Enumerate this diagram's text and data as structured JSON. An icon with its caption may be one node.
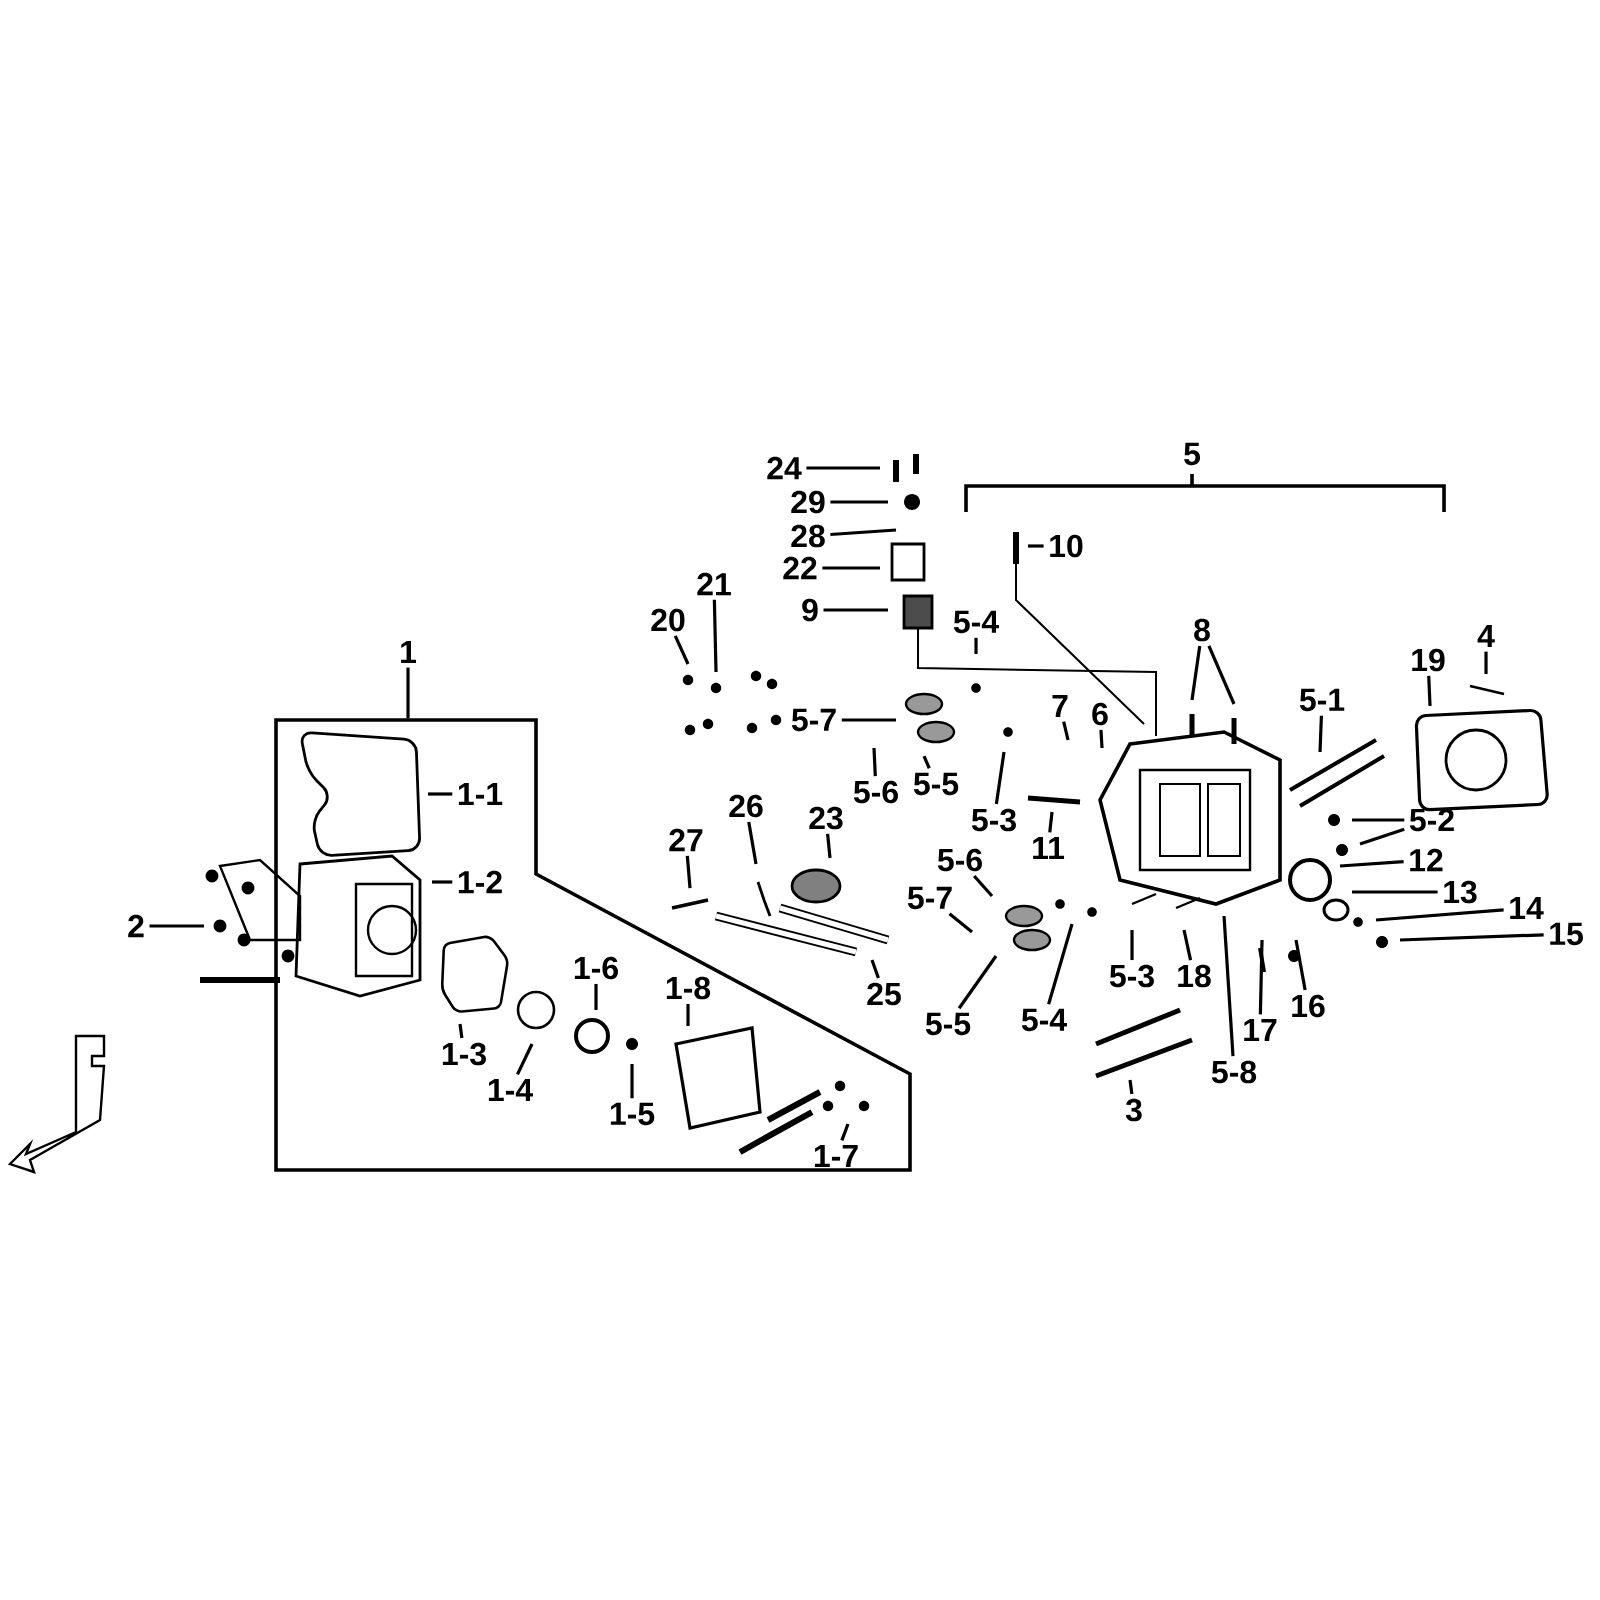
{
  "diagram": {
    "nodes": [
      {
        "text": [
          "24"
        ]
      },
      {
        "text": [
          "5"
        ]
      },
      {
        "text": [
          "29"
        ]
      },
      {
        "text": [
          "28"
        ]
      },
      {
        "text": [
          "10"
        ]
      },
      {
        "text": [
          "22"
        ]
      },
      {
        "text": [
          "21"
        ]
      },
      {
        "text": [
          "9"
        ]
      },
      {
        "text": [
          "20"
        ]
      },
      {
        "text": [
          "5-4"
        ]
      },
      {
        "text": [
          "8"
        ]
      },
      {
        "text": [
          "4"
        ]
      },
      {
        "text": [
          "1"
        ]
      },
      {
        "text": [],
        "shape": "box"
      },
      {
        "text": [
          "19"
        ]
      },
      {
        "text": [
          "7"
        ]
      },
      {
        "text": [
          "6"
        ]
      },
      {
        "text": [
          "5-1"
        ]
      },
      {
        "text": [
          "5-7"
        ]
      },
      {
        "text": [
          "5-5"
        ]
      },
      {
        "text": [
          "1-1"
        ],
        "in": 13
      },
      {
        "text": [
          "5-6"
        ]
      },
      {
        "text": [
          "26"
        ]
      },
      {
        "text": [
          "5-3"
        ]
      },
      {
        "text": [
          "5-2"
        ]
      },
      {
        "text": [
          "23"
        ]
      },
      {
        "text": [
          "27"
        ]
      },
      {
        "text": [
          "11"
        ]
      },
      {
        "text": [
          "12"
        ]
      },
      {
        "text": [
          "5-6"
        ]
      },
      {
        "text": [
          "1-2"
        ],
        "in": 13
      },
      {
        "text": [
          "13"
        ]
      },
      {
        "text": [
          "5-7"
        ]
      },
      {
        "text": [
          "14"
        ]
      },
      {
        "text": [
          "2"
        ]
      },
      {
        "text": [
          "15"
        ]
      },
      {
        "text": [
          "5-3"
        ]
      },
      {
        "text": [
          "18"
        ]
      },
      {
        "text": [
          "1-6"
        ],
        "in": 13
      },
      {
        "text": [
          "25"
        ]
      },
      {
        "text": [
          "1-8"
        ],
        "in": 13
      },
      {
        "text": [
          "5-4"
        ]
      },
      {
        "text": [
          "16"
        ]
      },
      {
        "text": [
          "5-5"
        ]
      },
      {
        "text": [
          "17"
        ]
      },
      {
        "text": [
          "1-3"
        ],
        "in": 13
      },
      {
        "text": [
          "5-8"
        ]
      },
      {
        "text": [
          "1-4"
        ],
        "in": 13
      },
      {
        "text": [
          "3"
        ]
      },
      {
        "text": [
          "1-5"
        ],
        "in": 13
      },
      {
        "text": [
          "1-7"
        ],
        "in": 13
      }
    ],
    "edges": [
      {
        "from": 0,
        "to": null,
        "arrow": "none"
      },
      {
        "from": 2,
        "to": null,
        "arrow": "none"
      },
      {
        "from": 3,
        "to": null,
        "arrow": "none"
      },
      {
        "from": 4,
        "to": null,
        "arrow": "none"
      },
      {
        "from": 5,
        "to": null,
        "arrow": "none"
      },
      {
        "from": 6,
        "to": null,
        "arrow": "none"
      },
      {
        "from": 7,
        "to": null,
        "arrow": "none"
      },
      {
        "from": 8,
        "to": null,
        "arrow": "none"
      },
      {
        "from": 9,
        "to": null,
        "arrow": "none"
      },
      {
        "from": 10,
        "to": null,
        "arrow": "none"
      },
      {
        "from": 10,
        "to": null,
        "arrow": "none"
      },
      {
        "from": 11,
        "to": null,
        "arrow": "none"
      },
      {
        "from": 12,
        "to": 13,
        "arrow": "none"
      },
      {
        "from": 14,
        "to": null,
        "arrow": "none"
      },
      {
        "from": 15,
        "to": null,
        "arrow": "none"
      },
      {
        "from": 16,
        "to": null,
        "arrow": "none"
      },
      {
        "from": 17,
        "to": null,
        "arrow": "none"
      },
      {
        "from": 18,
        "to": null,
        "arrow": "none"
      },
      {
        "from": 19,
        "to": null,
        "arrow": "none"
      },
      {
        "from": 20,
        "to": null,
        "arrow": "none"
      },
      {
        "from": 21,
        "to": null,
        "arrow": "none"
      },
      {
        "from": 22,
        "to": null,
        "arrow": "none"
      },
      {
        "from": 23,
        "to": null,
        "arrow": "none"
      },
      {
        "from": 24,
        "to": null,
        "arrow": "none"
      },
      {
        "from": 24,
        "to": null,
        "arrow": "none"
      },
      {
        "from": 25,
        "to": null,
        "arrow": "none"
      },
      {
        "from": 26,
        "to": null,
        "arrow": "none"
      },
      {
        "from": 27,
        "to": null,
        "arrow": "none"
      },
      {
        "from": 28,
        "to": null,
        "arrow": "none"
      },
      {
        "from": 29,
        "to": null,
        "arrow": "none"
      },
      {
        "from": 30,
        "to": null,
        "arrow": "none"
      },
      {
        "from": 31,
        "to": null,
        "arrow": "none"
      },
      {
        "from": 32,
        "to": null,
        "arrow": "none"
      },
      {
        "from": 33,
        "to": null,
        "arrow": "none"
      },
      {
        "from": 34,
        "to": null,
        "arrow": "none"
      },
      {
        "from": 35,
        "to": null,
        "arrow": "none"
      },
      {
        "from": 36,
        "to": null,
        "arrow": "none"
      },
      {
        "from": 37,
        "to": null,
        "arrow": "none"
      },
      {
        "from": 38,
        "to": null,
        "arrow": "none"
      },
      {
        "from": 39,
        "to": null,
        "arrow": "none"
      },
      {
        "from": 40,
        "to": null,
        "arrow": "none"
      },
      {
        "from": 41,
        "to": null,
        "arrow": "none"
      },
      {
        "from": 42,
        "to": null,
        "arrow": "none"
      },
      {
        "from": 43,
        "to": null,
        "arrow": "none"
      },
      {
        "from": 44,
        "to": null,
        "arrow": "none"
      },
      {
        "from": 45,
        "to": null,
        "arrow": "none"
      },
      {
        "from": 46,
        "to": null,
        "arrow": "none"
      },
      {
        "from": 47,
        "to": null,
        "arrow": "none"
      },
      {
        "from": 48,
        "to": null,
        "arrow": "none"
      },
      {
        "from": 49,
        "to": null,
        "arrow": "none"
      },
      {
        "from": 50,
        "to": null,
        "arrow": "none"
      }
    ]
  }
}
